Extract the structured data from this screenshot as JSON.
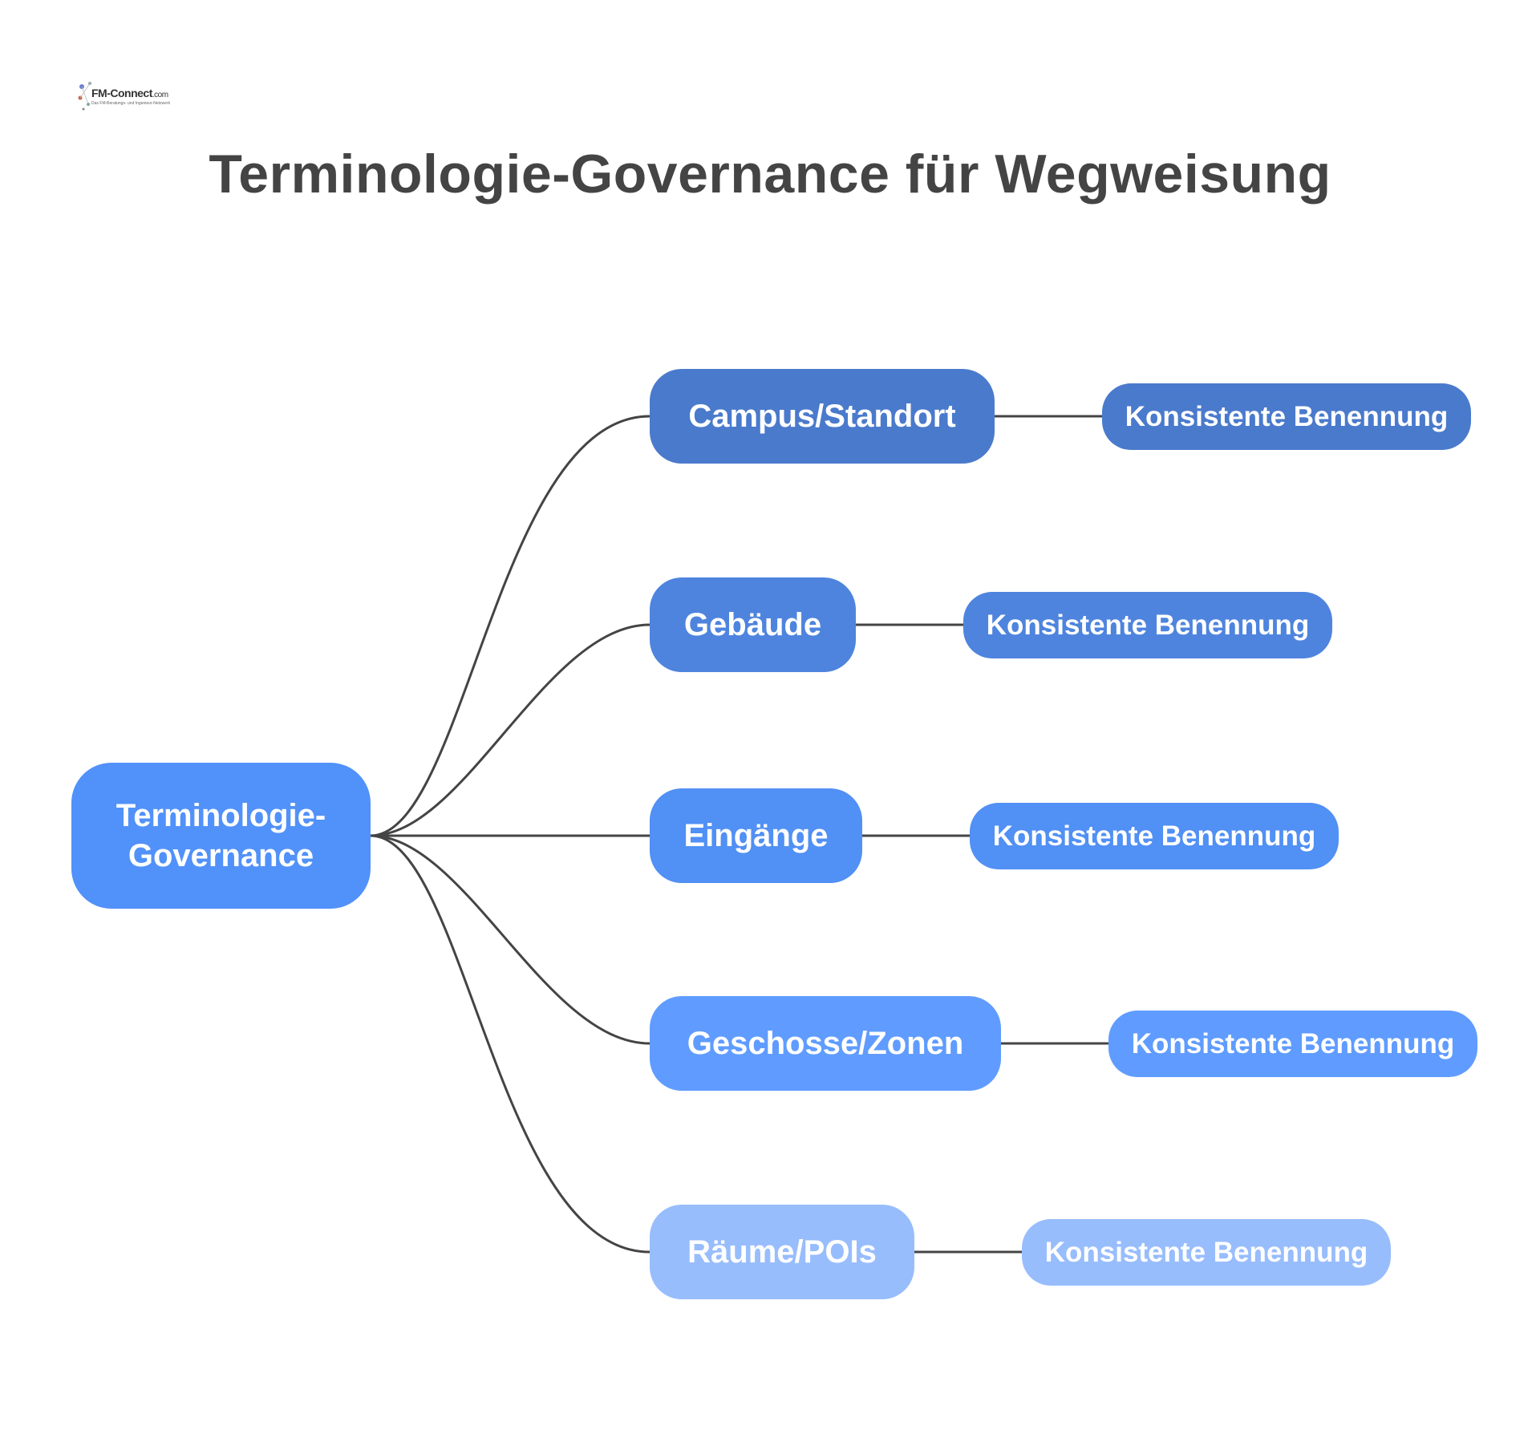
{
  "logo": {
    "name": "FM-Connect",
    "domain": ".com",
    "tagline": "Das FM-Beratungs- und Ingenieur-Netzwerk"
  },
  "title": "Terminologie-Governance für Wegweisung",
  "root": {
    "line1": "Terminologie-",
    "line2": "Governance"
  },
  "branches": [
    {
      "label": "Campus/Standort",
      "leaf": "Konsistente Benennung",
      "color": "#4a7acc"
    },
    {
      "label": "Gebäude",
      "leaf": "Konsistente Benennung",
      "color": "#4e84de"
    },
    {
      "label": "Eingänge",
      "leaf": "Konsistente Benennung",
      "color": "#5190f4"
    },
    {
      "label": "Geschosse/Zonen",
      "leaf": "Konsistente Benennung",
      "color": "#609cff"
    },
    {
      "label": "Räume/POIs",
      "leaf": "Konsistente Benennung",
      "color": "#98bdfd"
    }
  ],
  "colors": {
    "root": "#5191fa",
    "connector": "#444444",
    "title": "#444444"
  }
}
